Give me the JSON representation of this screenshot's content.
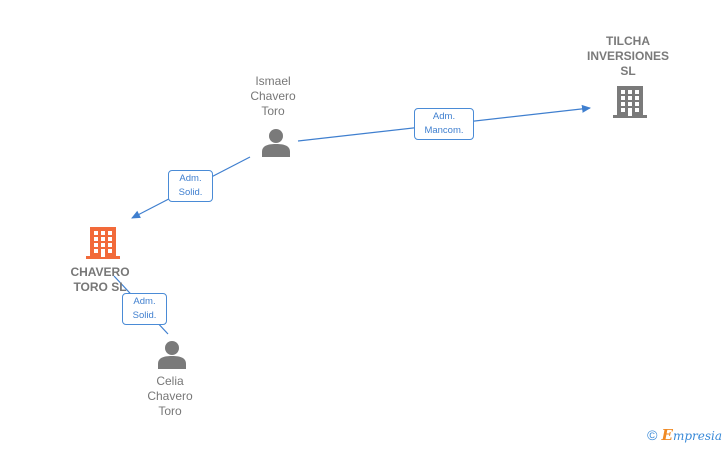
{
  "nodes": {
    "tilcha": {
      "label": "TILCHA\nINVERSIONES\nSL",
      "type": "company"
    },
    "ismael": {
      "label": "Ismael\nChavero\nToro",
      "type": "person"
    },
    "chavero_toro": {
      "label": "CHAVERO\nTORO  SL",
      "type": "company",
      "highlighted": true
    },
    "celia": {
      "label": "Celia\nChavero\nToro",
      "type": "person"
    }
  },
  "edges": {
    "ismael_to_tilcha": {
      "label": "Adm.\nMancom."
    },
    "ismael_to_chavero": {
      "label": "Adm.\nSolid."
    },
    "celia_to_chavero": {
      "label": "Adm.\nSolid."
    }
  },
  "colors": {
    "edge": "#3f7fcf",
    "company_icon": "#7a7a7a",
    "focus_company_icon": "#f26a3a",
    "person_icon": "#7a7a7a"
  },
  "icons": {
    "company": "building-icon",
    "person": "person-icon"
  },
  "footer": {
    "copyright_symbol": "©",
    "brand_first": "E",
    "brand_rest": "mpresia"
  }
}
